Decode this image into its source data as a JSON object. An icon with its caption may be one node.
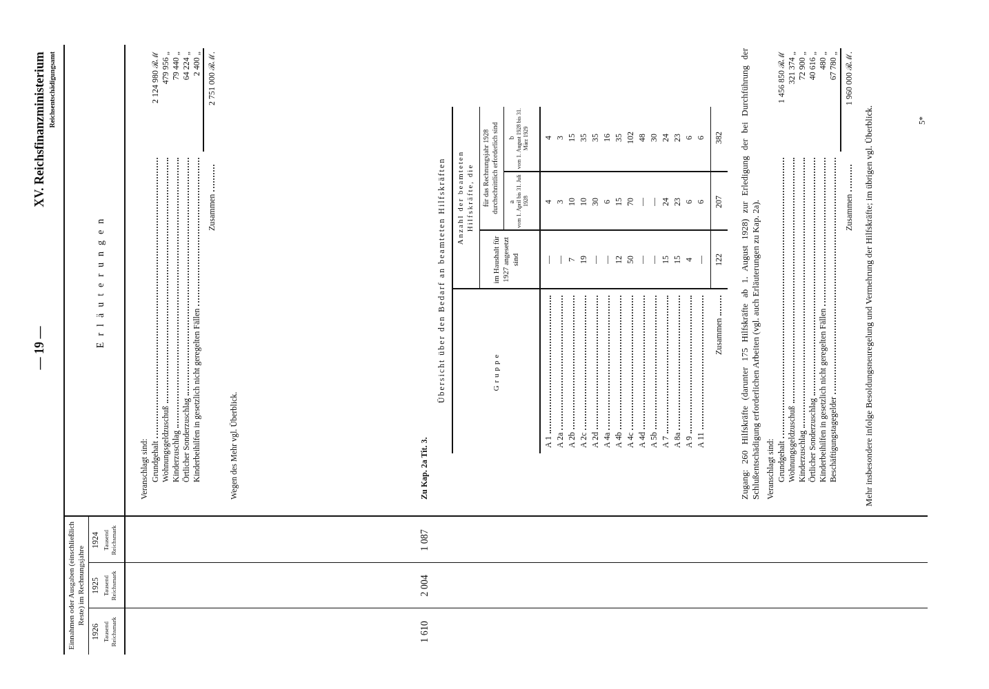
{
  "diagram": {
    "title": "XV. Reichsfinanzministerium",
    "labels": [
      "— 19 —",
      "Reichsentschädigungsamt",
      "Einnahmen oder Ausgaben (einschließlich Reste) im Rechnungsjahre",
      "1926",
      "1925",
      "1924",
      "Tausend Reichsmark",
      "Tausend Reichsmark",
      "Tausend Reichsmark",
      "Erläuterungen",
      "Veranschlagt sind:",
      "Grundgehalt",
      "2 124 980 ℛℳ",
      "Wohnungsgeldzuschuß",
      "479 956 „",
      "Kinderzuschlag",
      "79 440 „",
      "Örtlicher Sonderzuschlag",
      "64 224 „",
      "Kinderbeihilfen in gesetzlich nicht geregelten Fällen",
      "2 400 „",
      "Zusammen",
      "2 751 000 ℛℳ.",
      "Wegen des Mehr vgl. Überblick.",
      "1 610",
      "2 004",
      "1 087",
      "Zu Kap. 2a Tit. 3.",
      "Übersicht über den Bedarf an beamteten Hilfskräften",
      "Gruppe",
      "Anzahl der beamteten Hilfskräfte, die",
      "im Haushalt für 1927 angesetzt sind",
      "für das Rechnungsjahr 1928 durchschnittlich erforderlich sind",
      "a",
      "vom 1. April bis 31. Juli 1928",
      "b",
      "vom 1. August 1928 bis 31. März 1929",
      "A 1",
      "—",
      "4",
      "4",
      "A 2a",
      "—",
      "3",
      "3",
      "A 2b",
      "7",
      "10",
      "15",
      "A 2c",
      "19",
      "10",
      "35",
      "A 2d",
      "—",
      "30",
      "35",
      "A 4a",
      "—",
      "6",
      "16",
      "A 4b",
      "12",
      "15",
      "35",
      "A 4c",
      "50",
      "70",
      "102",
      "A 4d",
      "—",
      "—",
      "48",
      "A 5b",
      "—",
      "—",
      "30",
      "A 7",
      "15",
      "24",
      "24",
      "A 8a",
      "15",
      "23",
      "23",
      "A 9",
      "4",
      "6",
      "6",
      "A 11",
      "—",
      "6",
      "6",
      "Zusammen",
      "122",
      "207",
      "382",
      "Zugang: 260 Hilfskräfte (darunter 175 Hilfskräfte ab 1. August 1928) zur Erledigung der bei Durchführung der Schlußentschädigung erforderlichen Arbeiten (vgl. auch Erläuterungen zu Kap. 2a).",
      "Veranschlagt sind:",
      "Grundgehalt",
      "1 456 850 ℛℳ",
      "Wohnungsgeldzuschuß",
      "321 374 „",
      "Kinderzuschlag",
      "72 900 „",
      "Örtlicher Sonderzuschlag",
      "40 616 „",
      "Kinderbeihilfen in gesetzlich nicht geregelten Fällen",
      "480 „",
      "Beschäftigungstagegelder",
      "67 780 „",
      "Zusammen",
      "1 960 000 ℛℳ.",
      "Mehr insbesondere infolge Besoldungsneuregelung und Vermehrung der Hilfskräfte; im übrigen vgl. Überblick.",
      "5*"
    ]
  }
}
